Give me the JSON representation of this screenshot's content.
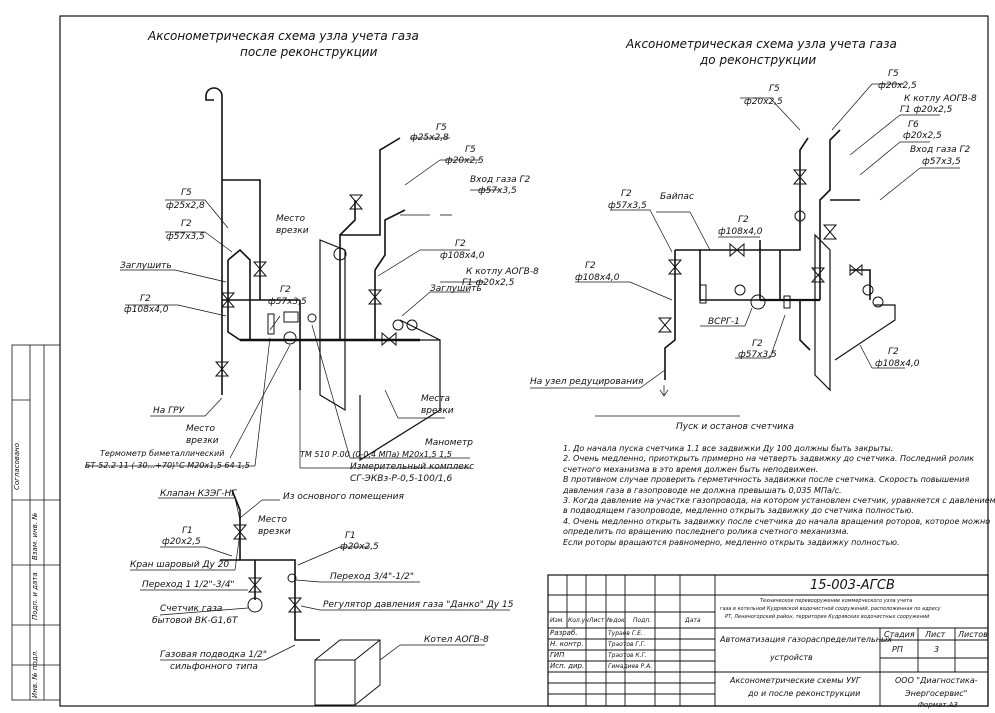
{
  "titles": {
    "after": [
      "Аксонометрическая схема узла учета газа",
      "после реконструкции"
    ],
    "before": [
      "Аксонометрическая схема узла учета газа",
      "до реконструкции"
    ]
  },
  "left_labels": {
    "g5_top": [
      "Г5",
      "ф25х2,8"
    ],
    "g5_b": [
      "Г5",
      "ф20х2,5"
    ],
    "vhod": [
      "Вход газа Г2",
      "ф57х3,5"
    ],
    "g5_left": [
      "Г5",
      "ф25х2,8"
    ],
    "g2_left": [
      "Г2",
      "ф57х3,5"
    ],
    "zaglushka_l": "Заглушить",
    "g2_108_l": [
      "Г2",
      "ф108х4,0"
    ],
    "mesto1": [
      "Место",
      "врезки"
    ],
    "g2_mid": [
      "Г2",
      "ф57х3,5"
    ],
    "g2_108_r": [
      "Г2",
      "ф108х4,0"
    ],
    "k_kotlu": [
      "К котлу АОГВ-8",
      "Г1 ф20х2,5"
    ],
    "zaglushka_r": "Заглушить",
    "na_gru": "На ГРУ",
    "mesto2": [
      "Место",
      "врезки"
    ],
    "termometr": [
      "Термометр биметаллический",
      "БТ-52.2 11 (-30...+70)°С М20х1,5 64 1,5"
    ],
    "manometr": [
      "Манометр",
      "ТМ 510 Р.00 (0-0,4 МПа) М20х1,5 1,5"
    ],
    "kompleks": [
      "Измерительный комплекс",
      "СГ-ЭКВз-Р-0,5-100/1,6"
    ],
    "mesto3": [
      "Места",
      "врезки"
    ]
  },
  "right_labels": {
    "g5_a": [
      "Г5",
      "ф20х2,5"
    ],
    "g5_b": [
      "Г5",
      "ф20х2,5"
    ],
    "k_kotlu": [
      "К котлу АОГВ-8",
      "Г1 ф20х2,5"
    ],
    "g6": [
      "Г6",
      "ф20х2,5"
    ],
    "vhod": [
      "Вход газа Г2",
      "ф57х3,5"
    ],
    "g2_57": [
      "Г2",
      "ф57х3,5"
    ],
    "bypass": "Байпас",
    "g2_108_top": [
      "Г2",
      "ф108х4,0"
    ],
    "g2_108_left": [
      "Г2",
      "ф108х4,0"
    ],
    "vsrg": "ВСРГ-1",
    "g2_57b": [
      "Г2",
      "ф57х3,5"
    ],
    "g2_108_right": [
      "Г2",
      "ф108х4,0"
    ],
    "na_uzel": "На узел редуцирования"
  },
  "bottom_left": {
    "iz_osn": "Из основного помещения",
    "klapan": "Клапан КЗЭГ-НГ",
    "mesto": [
      "Место",
      "врезки"
    ],
    "g1_left": [
      "Г1",
      "ф20х2,5"
    ],
    "g1_right": [
      "Г1",
      "ф20х2,5"
    ],
    "kran": "Кран шаровый Ду 20",
    "perehod1": "Переход 1 1/2\"-3/4\"",
    "perehod2": "Переход 3/4\"-1/2\"",
    "schetchik": [
      "Счетчик газа",
      "бытовой ВК-G1,6Т"
    ],
    "regulator": "Регулятор давления газа \"Данко\" Ду 15",
    "kotel": "Котел АОГВ-8",
    "podvodka": [
      "Газовая подводка 1/2\"",
      "сильфонного типа"
    ]
  },
  "procedure": {
    "title": "Пуск и останов счетчика",
    "lines": [
      "1. До начала пуска счетчика 1.1 все задвижки Ду 100 должны быть закрыты.",
      "2. Очень медленно, приоткрыть примерно на четверть задвижку до счетчика. Последний ролик",
      "счетного механизма в это время должен быть неподвижен.",
      "В противном случае проверить герметичность задвижки после счетчика. Скорость повышения",
      "давления газа в газопроводе не должна превышать 0,035 МПа/с.",
      "3. Когда давление на участке газопровода, на котором установлен счетчик, уравняется с давлением",
      "в подводящем газопроводе, медленно открыть задвижку до счетчика полностью.",
      "4. Очень медленно открыть задвижку после счетчика до начала вращения роторов, которое можно",
      "определить по вращению последнего ролика счетного механизма.",
      "Если роторы вращаются равномерно, медленно открыть задвижку полностью."
    ]
  },
  "side_stamp": [
    "Согласовано",
    "Взам. инв. №",
    "Подп. и дата",
    "Инв. № подл."
  ],
  "title_block": {
    "code": "15-003-АГСВ",
    "desc_lines": [
      "Техническое перевооружение коммерческого узла учета",
      "газа в котельной Кудрявской водочистной сооружений, расположенная по адресу",
      "РТ, Лениногорский район, территория Кудрявских водочистных сооружений"
    ],
    "header_cells": [
      "Изм.",
      "Кол.уч",
      "Лист",
      "№док.",
      "Подп.",
      "Дата"
    ],
    "roles": [
      {
        "role": "Разраб.",
        "name": "Тураев Г.Е."
      },
      {
        "role": "Н. контр.",
        "name": "Траотов Г.Г."
      },
      {
        "role": "ГИП",
        "name": "Траотов К.Г."
      },
      {
        "role": "Исп. дир.",
        "name": "Гимадиев Р.А."
      }
    ],
    "section": [
      "Автоматизация газораспределительных",
      "устройств"
    ],
    "stage_label": "Стадия",
    "sheet_label": "Лист",
    "sheets_label": "Листов",
    "stage": "РП",
    "sheet": "3",
    "sheets": "",
    "drawing": [
      "Аксонометрические схемы УУГ",
      "до и после реконструкции"
    ],
    "org": [
      "ООО \"Диагностика-",
      "Энергосервис\""
    ],
    "format": "Формат А3"
  }
}
